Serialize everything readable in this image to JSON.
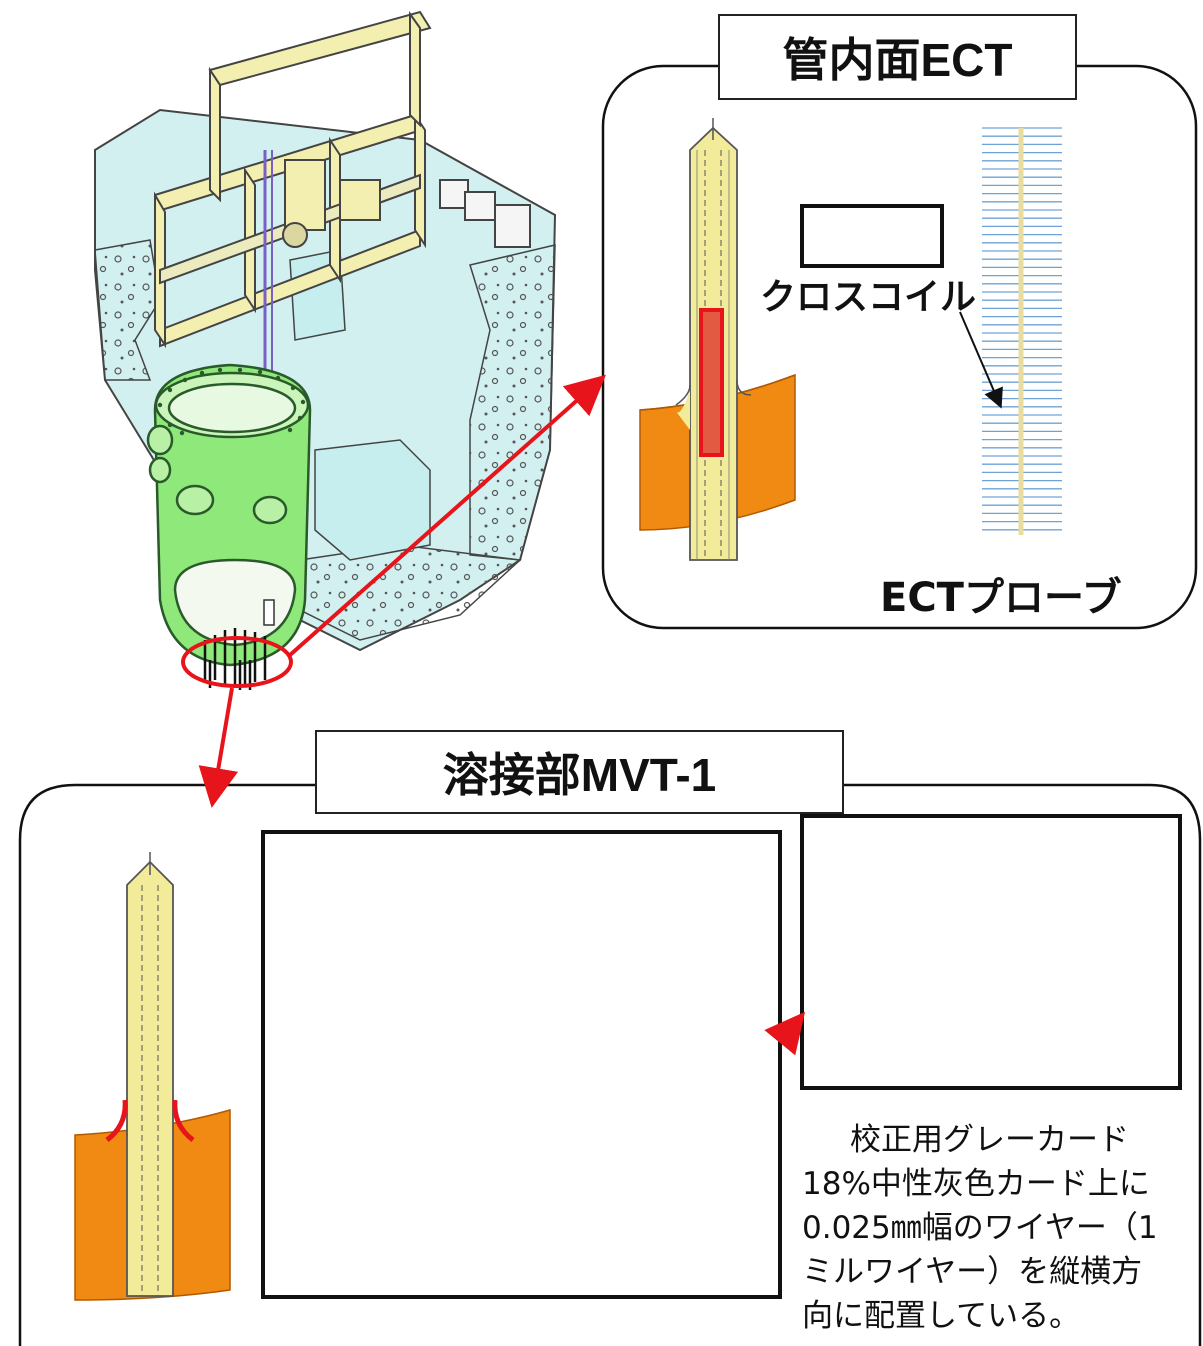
{
  "ect_panel": {
    "title": "管内面ECT",
    "coil_label": "クロスコイル",
    "probe_label": "ECTプローブ"
  },
  "mvt_panel": {
    "title": "溶接部MVT-1",
    "caption_lines": [
      "校正用グレーカード",
      "18%中性灰色カード上に",
      "0.025㎜幅のワイヤー（1",
      "ミルワイヤー）を縦横方",
      "向に配置している。"
    ]
  },
  "colors": {
    "highlight_red": "#e8141b",
    "vessel_green": "#8fe87a",
    "tube_yellow": "#f2eb9a",
    "plate_orange": "#f08a12",
    "pool_cyan": "#d2f0f0"
  }
}
